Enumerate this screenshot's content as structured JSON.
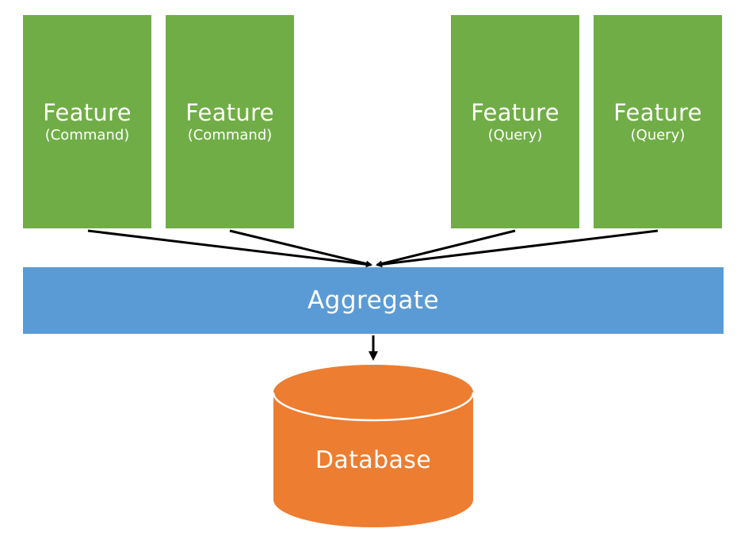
{
  "features": [
    {
      "title": "Feature",
      "subtitle": "(Command)"
    },
    {
      "title": "Feature",
      "subtitle": "(Command)"
    },
    {
      "title": "Feature",
      "subtitle": "(Query)"
    },
    {
      "title": "Feature",
      "subtitle": "(Query)"
    }
  ],
  "aggregate": {
    "label": "Aggregate"
  },
  "database": {
    "label": "Database"
  },
  "colors": {
    "feature": "#70ad47",
    "aggregate": "#5b9bd5",
    "database": "#ed7d31",
    "arrow": "#000000",
    "text": "#ffffff"
  }
}
